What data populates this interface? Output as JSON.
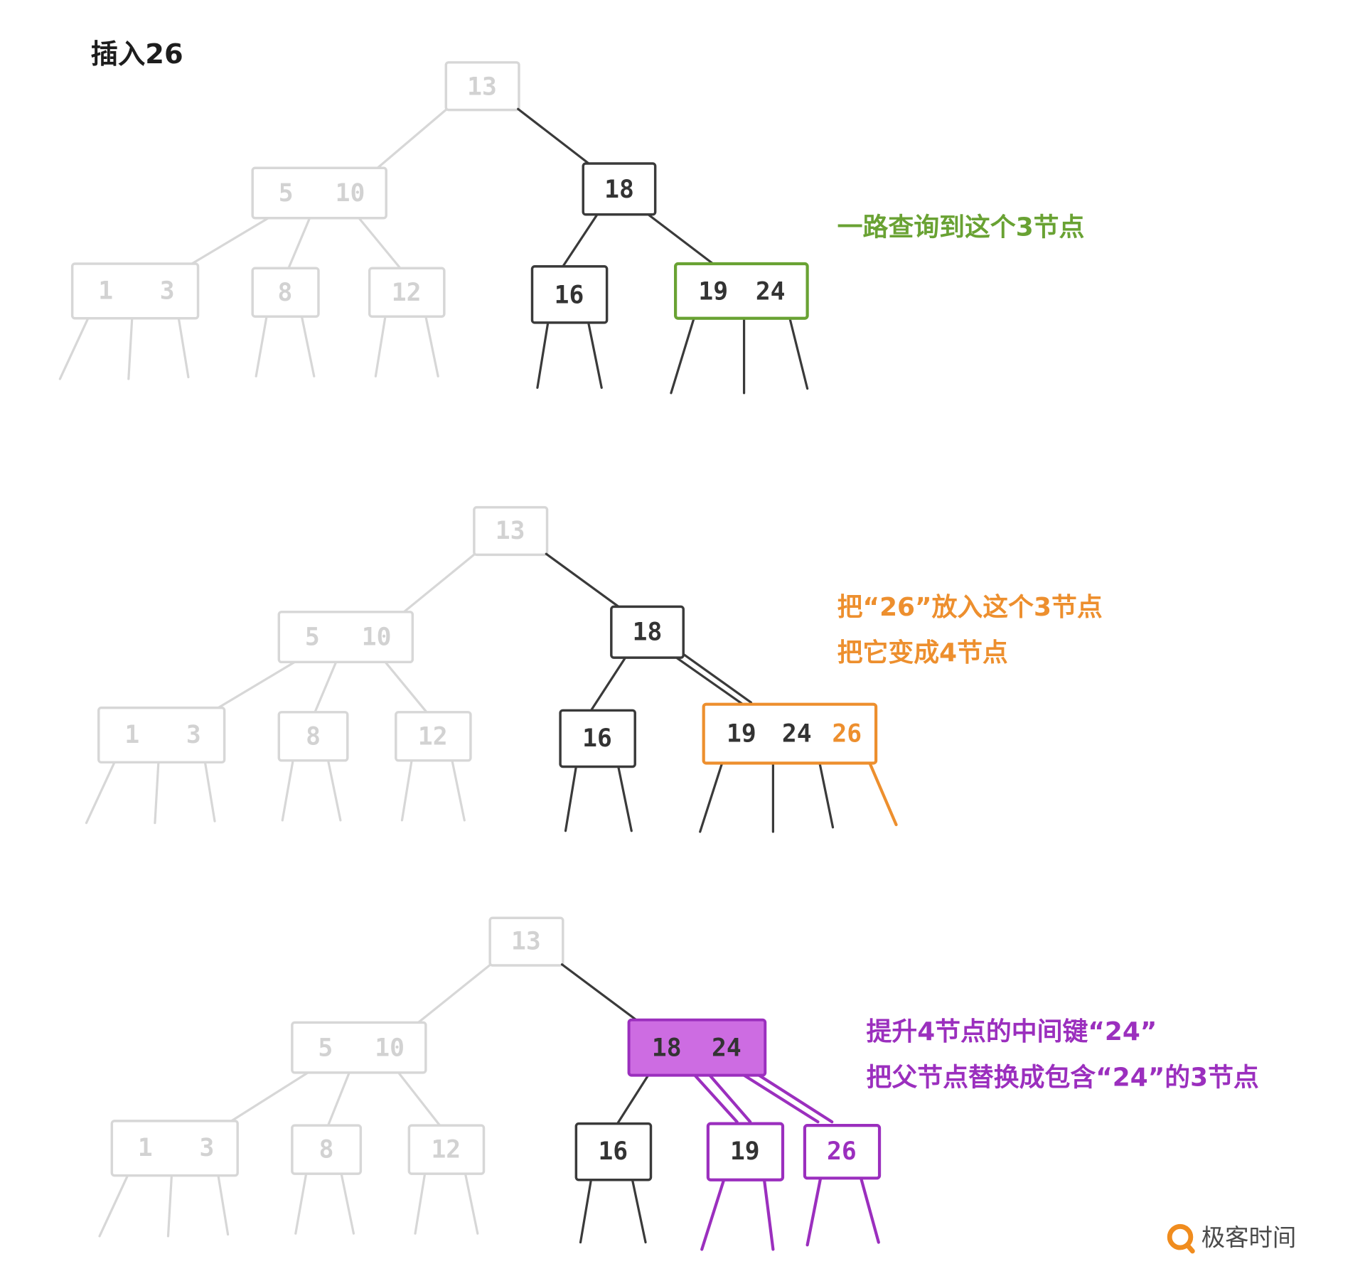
{
  "title": "插入26",
  "colors": {
    "ink": "#3a3a3a",
    "faded": "#d7d7d7",
    "green": "#69a233",
    "orange": "#ed8f2e",
    "purple": "#9b2fbe",
    "purple_fill": "#cd6ce2",
    "logo_orange": "#f08c1e"
  },
  "faded_tree": {
    "root": "13",
    "k5": "5",
    "k10": "10",
    "k1": "1",
    "k3": "3",
    "k8": "8",
    "k12": "12"
  },
  "stages": [
    {
      "nodes": {
        "n18": "18",
        "n16": "16",
        "k19": "19",
        "k24": "24"
      },
      "annotation": [
        "一路查询到这个3节点"
      ]
    },
    {
      "nodes": {
        "n18": "18",
        "n16": "16",
        "k19": "19",
        "k24": "24",
        "k26": "26"
      },
      "annotation": [
        "把“26”放入这个3节点",
        "把它变成4节点"
      ]
    },
    {
      "nodes": {
        "k18": "18",
        "k24": "24",
        "n16": "16",
        "n19": "19",
        "n26": "26"
      },
      "annotation": [
        "提升4节点的中间键“24”",
        "把父节点替换成包含“24”的3节点"
      ]
    }
  ],
  "logo": {
    "text": "极客时间",
    "icon": "geektime-logo-icon"
  }
}
